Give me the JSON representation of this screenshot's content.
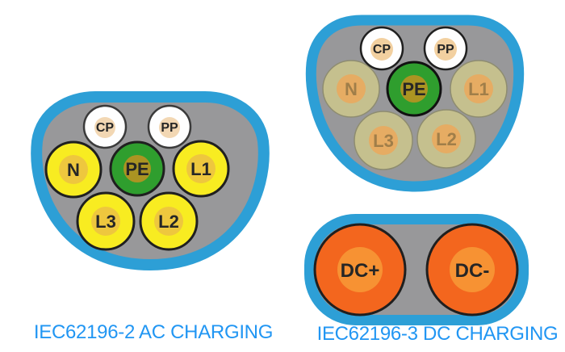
{
  "ac_connector": {
    "label": "IEC62196-2 AC CHARGING",
    "pins": {
      "cp": "CP",
      "pp": "PP",
      "n": "N",
      "pe": "PE",
      "l1": "L1",
      "l3": "L3",
      "l2": "L2"
    }
  },
  "dc_connector": {
    "label": "IEC62196-3 DC CHARGING",
    "top_pins": {
      "cp": "CP",
      "pp": "PP",
      "n": "N",
      "pe": "PE",
      "l1": "L1",
      "l3": "L3",
      "l2": "L2"
    },
    "power_pins": {
      "positive": "DC+",
      "negative": "DC-"
    }
  },
  "colors": {
    "housing_outline_blue": "#2d9fd6",
    "housing_body_gray": "#98989a",
    "pin_outline_black": "#1f1f1f",
    "pin_yellow": "#f8ec21",
    "pin_yellow_inner": "#eec73e",
    "pin_green": "#2f9e2e",
    "pin_green_inner": "#ab9422",
    "pin_white": "#fefefe",
    "pin_white_inner": "#f2d7b3",
    "pin_inactive": "#c9c48e",
    "pin_inactive_inner": "#eba85c",
    "pin_inactive_text": "#a07e49",
    "pin_orange": "#f3661e",
    "pin_orange_inner": "#f79233",
    "caption_blue": "#2196f3"
  }
}
